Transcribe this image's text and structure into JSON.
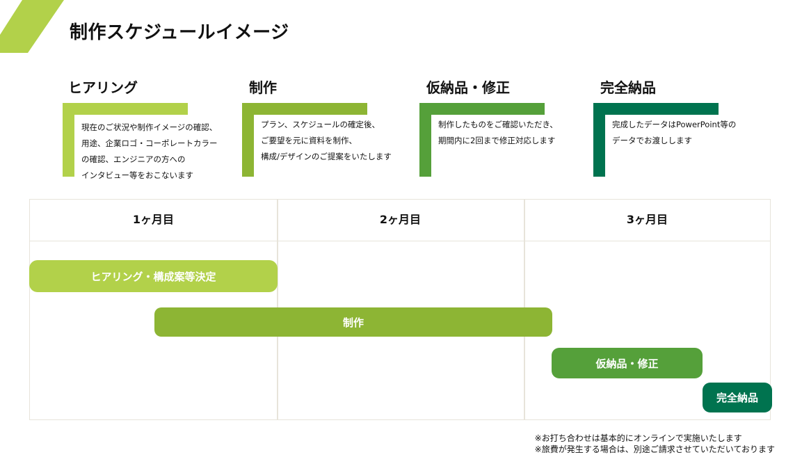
{
  "page_title": "制作スケジュールイメージ",
  "colors": {
    "hearing": "#b2d14a",
    "production": "#8db534",
    "revision": "#55a03a",
    "delivery": "#00734f",
    "grid_line": "#e7e4da"
  },
  "phases": [
    {
      "title": "ヒアリング",
      "description": "現在のご状況や制作イメージの確認、\n用途、企業ロゴ・コーポレートカラー\nの確認、エンジニアの方への\nインタビュー等をおこないます"
    },
    {
      "title": "制作",
      "description": "プラン、スケジュールの確定後、\nご要望を元に資料を制作、\n構成/デザインのご提案をいたします"
    },
    {
      "title": "仮納品・修正",
      "description": "制作したものをご確認いただき、\n期間内に2回まで修正対応します"
    },
    {
      "title": "完全納品",
      "description": "完成したデータはPowerPoint等の\nデータでお渡しします"
    }
  ],
  "timeline": {
    "columns": [
      "1ヶ月目",
      "2ヶ月目",
      "3ヶ月目"
    ],
    "tasks": [
      {
        "label": "ヒアリング・構成案等決定",
        "start_month": 0.0,
        "end_month": 1.0
      },
      {
        "label": "制作",
        "start_month": 0.5,
        "end_month": 2.1
      },
      {
        "label": "仮納品・修正",
        "start_month": 2.1,
        "end_month": 2.72
      },
      {
        "label": "完全納品",
        "start_month": 2.72,
        "end_month": 3.0
      }
    ]
  },
  "footnotes": [
    "※お打ち合わせは基本的にオンラインで実施いたします",
    "※旅費が発生する場合は、別途ご請求させていただいております"
  ]
}
